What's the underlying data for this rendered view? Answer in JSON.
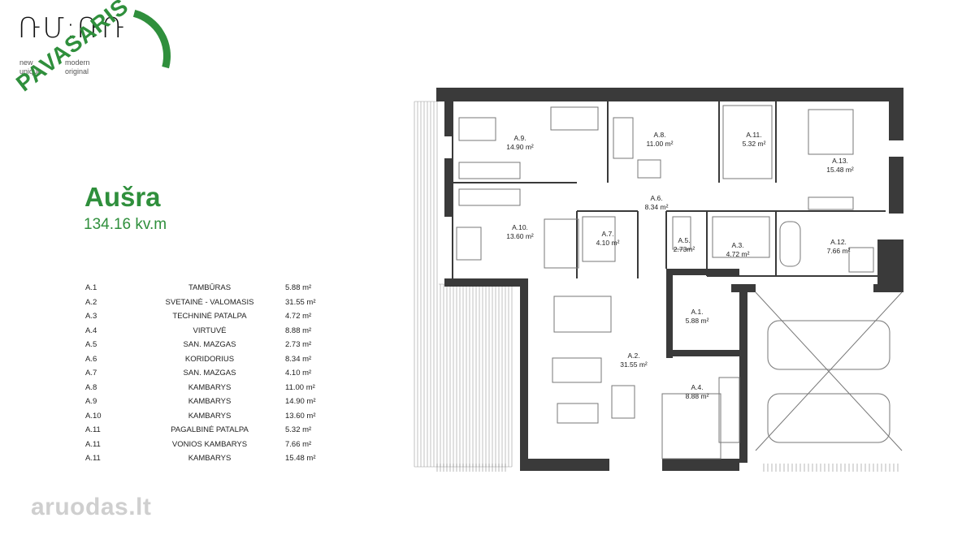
{
  "logo": {
    "mark": "ՌՄ:ՌՌ",
    "sub1": "new",
    "sub2": "unique",
    "sub3": "modern",
    "sub4": "original",
    "stamp": "PAVASARIS"
  },
  "house": {
    "title": "Aušra",
    "area": "134.16 kv.m"
  },
  "rooms": [
    {
      "code": "A.1",
      "name": "TAMBŪRAS",
      "area": "5.88 m²"
    },
    {
      "code": "A.2",
      "name": "SVETAINĖ - VALOMASIS",
      "area": "31.55 m²"
    },
    {
      "code": "A.3",
      "name": "TECHNINĖ PATALPA",
      "area": "4.72 m²"
    },
    {
      "code": "A.4",
      "name": "VIRTUVĖ",
      "area": "8.88 m²"
    },
    {
      "code": "A.5",
      "name": "SAN. MAZGAS",
      "area": "2.73 m²"
    },
    {
      "code": "A.6",
      "name": "KORIDORIUS",
      "area": "8.34 m²"
    },
    {
      "code": "A.7",
      "name": "SAN. MAZGAS",
      "area": "4.10 m²"
    },
    {
      "code": "A.8",
      "name": "KAMBARYS",
      "area": "11.00 m²"
    },
    {
      "code": "A.9",
      "name": "KAMBARYS",
      "area": "14.90 m²"
    },
    {
      "code": "A.10",
      "name": "KAMBARYS",
      "area": "13.60 m²"
    },
    {
      "code": "A.11",
      "name": "PAGALBINĖ PATALPA",
      "area": "5.32 m²"
    },
    {
      "code": "A.11",
      "name": "VONIOS KAMBARYS",
      "area": "7.66 m²"
    },
    {
      "code": "A.11",
      "name": "KAMBARYS",
      "area": "15.48 m²"
    }
  ],
  "plan_labels": [
    {
      "code": "A.9.",
      "area": "14.90 m²"
    },
    {
      "code": "A.8.",
      "area": "11.00 m²"
    },
    {
      "code": "A.11.",
      "area": "5.32 m²"
    },
    {
      "code": "A.13.",
      "area": "15.48 m²"
    },
    {
      "code": "A.6.",
      "area": "8.34 m²"
    },
    {
      "code": "A.10.",
      "area": "13.60 m²"
    },
    {
      "code": "A.7.",
      "area": "4.10 m²"
    },
    {
      "code": "A.5.",
      "area": "2.73m²"
    },
    {
      "code": "A.3.",
      "area": "4.72 m²"
    },
    {
      "code": "A.12.",
      "area": "7.66 m²"
    },
    {
      "code": "A.1.",
      "area": "5.88 m²"
    },
    {
      "code": "A.2.",
      "area": "31.55 m²"
    },
    {
      "code": "A.4.",
      "area": "8.88 m²"
    }
  ],
  "watermark": {
    "text": "aruodas.lt"
  },
  "colors": {
    "brand_green": "#2f8f3c",
    "wall": "#3a3a3a",
    "watermark": "#cfcfcf"
  }
}
